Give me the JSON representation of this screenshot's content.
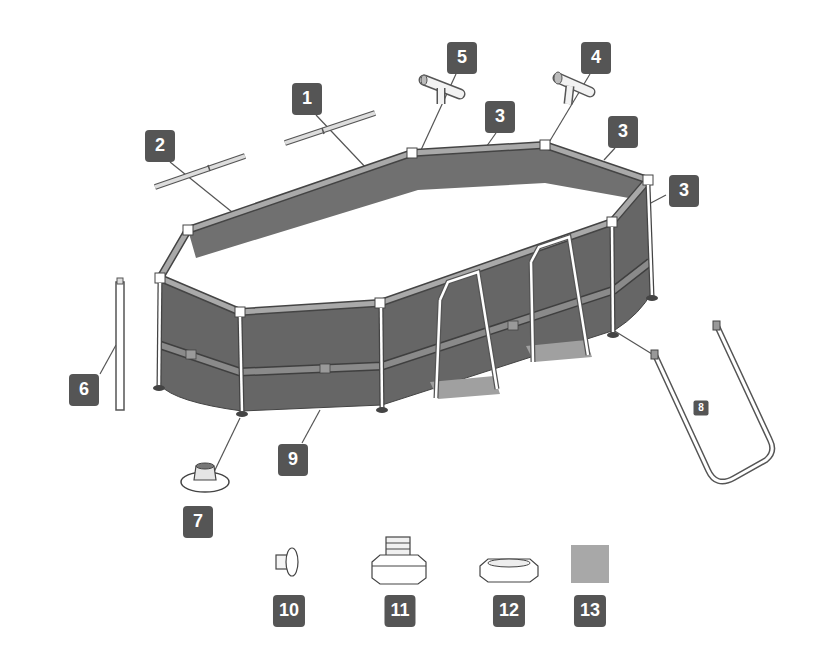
{
  "diagram": {
    "labels": [
      "5",
      "4",
      "1",
      "3",
      "2",
      "3",
      "3",
      "6",
      "9",
      "8",
      "7",
      "10",
      "11",
      "12",
      "13"
    ]
  }
}
